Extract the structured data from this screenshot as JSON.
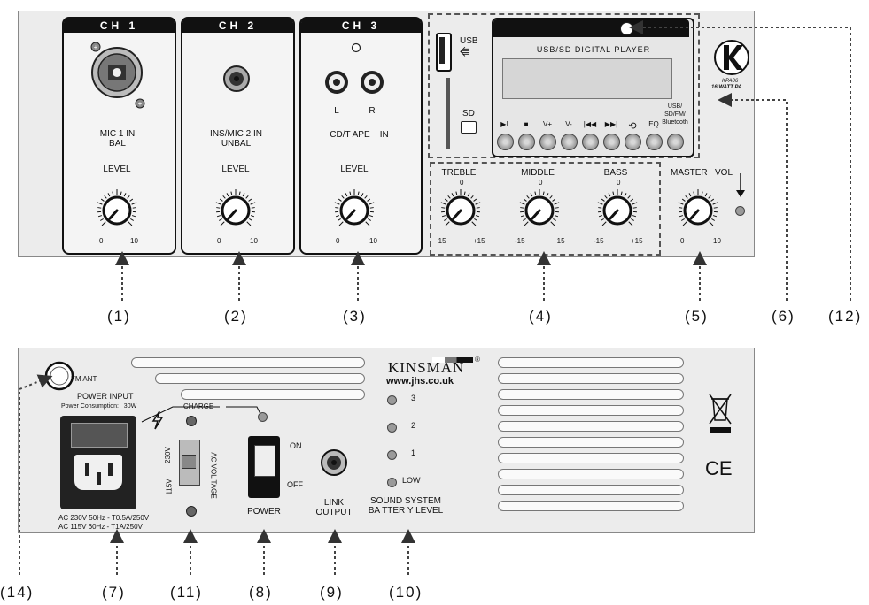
{
  "front": {
    "channels": [
      {
        "head": "CH 1",
        "label": "MIC 1 IN\nBAL",
        "level": "LEVEL",
        "min": "0",
        "max": "10"
      },
      {
        "head": "CH 2",
        "label": "INS/MIC 2 IN\nUNBAL",
        "level": "LEVEL",
        "min": "0",
        "max": "10"
      },
      {
        "head": "CH 3",
        "label": "CD/T APE    IN",
        "level": "LEVEL",
        "min": "0",
        "max": "10",
        "left": "L",
        "right": "R"
      }
    ],
    "player": {
      "title": "USB/SD DIGITAL PLAYER",
      "usb": "USB",
      "sd": "SD",
      "buttons": [
        "▶‖",
        "■",
        "V+",
        "V-",
        "|◀◀",
        "▶▶|",
        "⟲",
        "EQ"
      ],
      "mode": "USB/\nSD/FM/\nBluetooth"
    },
    "logo": {
      "letter": "K",
      "model": "KPA06",
      "power": "16 WATT PA"
    },
    "eq": [
      {
        "name": "TREBLE",
        "center": "0",
        "min": "−15",
        "max": "+15"
      },
      {
        "name": "MIDDLE",
        "center": "0",
        "min": "-15",
        "max": "+15"
      },
      {
        "name": "BASS",
        "center": "0",
        "min": "-15",
        "max": "+15"
      }
    ],
    "master": {
      "name": "MASTER   VOL",
      "min": "0",
      "max": "10"
    }
  },
  "rear": {
    "fm_ant": "FM ANT",
    "power_input": "POWER  INPUT",
    "consumption": "Power Consumption:   30W",
    "charge": "CHARGE",
    "voltage_hi": "230V",
    "voltage_lo": "115V",
    "ac_voltage": "AC VOL TAGE",
    "on": "ON",
    "off": "OFF",
    "power": "POWER",
    "link": "LINK\nOUTPUT",
    "rating1": "AC 230V 50Hz - T0.5A/250V",
    "rating2": "AC 115V 60Hz - T1A/250V",
    "brand": "KINSMAN",
    "registered": "®",
    "website": "www.jhs.co.uk",
    "battery_levels": [
      "3",
      "2",
      "1",
      "LOW"
    ],
    "battery_label": "SOUND SYSTEM\nBA TTER Y LEVEL",
    "ce": "CE"
  },
  "callouts": [
    "(1)",
    "(2)",
    "(3)",
    "(4)",
    "(5)",
    "(6)",
    "(12)",
    "(14)",
    "(7)",
    "(11)",
    "(8)",
    "(9)",
    "(10)"
  ]
}
